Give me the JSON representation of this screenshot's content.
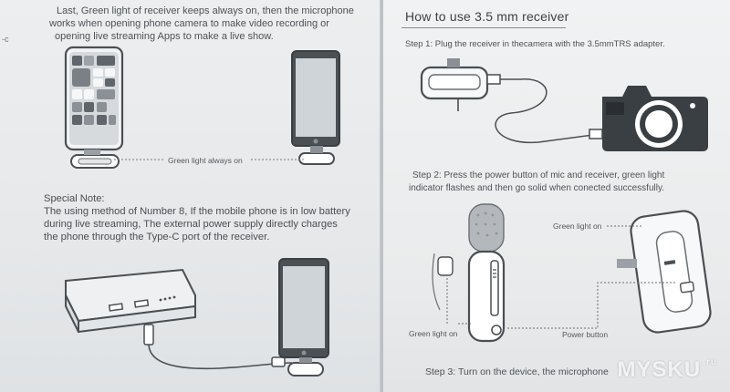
{
  "left": {
    "edge_mark": "-c",
    "intro_lines": [
      "Last, Green light of receiver keeps always on, then the microphone",
      "works when opening phone camera to make video recording or",
      "opening live streaming Apps to make a live show."
    ],
    "green_light_label": "Green light always on",
    "note_title": "Special Note:",
    "note_lines": [
      "The using method of Number 8, If the mobile phone is in low battery",
      "during live streaming, The external power supply directly charges",
      "the phone through the Type-C port of the receiver."
    ]
  },
  "right": {
    "title": "How to use 3.5 mm receiver",
    "step1": "Step 1: Plug the receiver in thecamera with the 3.5mmTRS adapter.",
    "step2_lines": [
      "Step 2: Press the power button of mic and receiver,  green light",
      "indicator flashes and then go solid when conected successfully."
    ],
    "green_light_on_top": "Green light on",
    "green_light_on_bottom": "Green light on",
    "power_button": "Power button",
    "step3": "Step 3: Turn on the device, the microphone"
  },
  "watermark": {
    "text": "MYSKU",
    "suffix": ".ru"
  },
  "colors": {
    "paper": "#eceeef",
    "ink": "#4a4f54",
    "line": "#5a5f64"
  }
}
